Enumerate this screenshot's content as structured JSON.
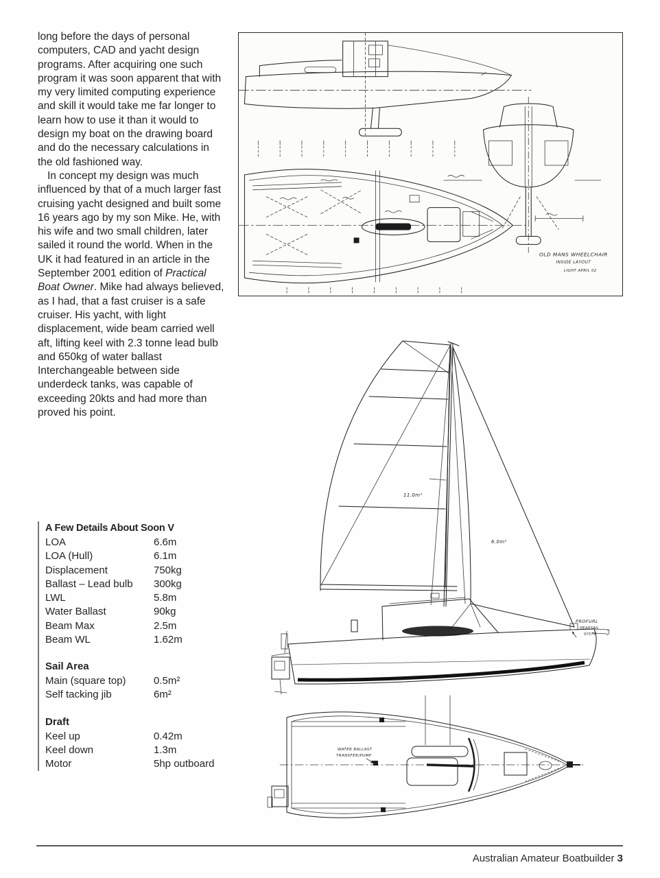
{
  "article": {
    "para1": "long before the days of personal computers, CAD and yacht design programs. After acquiring one such program it was soon apparent that with my very limited computing experience and skill it would take me far longer to learn how to use it than it would to design my boat on the drawing board and do the necessary calculations in the old fashioned way.",
    "para2_before": "In concept my design was much influenced by that of a much larger fast cruising yacht designed and built some 16 years ago by my son Mike. He, with his wife and two small children, later sailed it round the world. When in the UK it had featured in an article in the September 2001 edition of ",
    "para2_italic": "Practical Boat Owner",
    "para2_after": ". Mike had always believed, as I had, that a fast cruiser is a safe cruiser. His yacht, with light displacement, wide beam carried well aft, lifting keel with 2.3 tonne lead bulb and 650kg of water ballast Interchangeable between side underdeck tanks, was capable of exceeding 20kts and had more than proved his point."
  },
  "specs": {
    "title": "A Few Details About Soon V",
    "sections": [
      {
        "rows": [
          {
            "label": "LOA",
            "value": "6.6m"
          },
          {
            "label": "LOA (Hull)",
            "value": "6.1m"
          },
          {
            "label": "Displacement",
            "value": "750kg"
          },
          {
            "label": "Ballast – Lead bulb",
            "value": "300kg"
          },
          {
            "label": "LWL",
            "value": "5.8m"
          },
          {
            "label": "Water Ballast",
            "value": "90kg"
          },
          {
            "label": "Beam Max",
            "value": "2.5m"
          },
          {
            "label": "Beam WL",
            "value": "1.62m"
          }
        ]
      },
      {
        "heading": "Sail Area",
        "rows": [
          {
            "label": "Main (square top)",
            "value": "0.5m²"
          },
          {
            "label": "Self tacking jib",
            "value": "6m²"
          }
        ]
      },
      {
        "heading": "Draft",
        "rows": [
          {
            "label": "Keel up",
            "value": "0.42m"
          },
          {
            "label": "Keel down",
            "value": "1.3m"
          },
          {
            "label": "Motor",
            "value": "5hp outboard"
          }
        ]
      }
    ]
  },
  "figures": {
    "top_drawing": {
      "note1": "OLD MANS WHEELCHAIR",
      "note2": "INSIDE LAYOUT",
      "note3": "LIGHT APRIL 02"
    },
    "sail_plan": {
      "main_label": "11.0m²",
      "jib_label": "6.0m²",
      "furler_note_1": "PROFURL",
      "furler_note_2": "HEADSAIL",
      "furler_note_3": "SYSTM",
      "ballast_note_1": "WATER BALLAST",
      "ballast_note_2": "TRANSFER/PUMP"
    }
  },
  "footer": {
    "title": "Australian Amateur Boatbuilder",
    "page_number": "3"
  }
}
